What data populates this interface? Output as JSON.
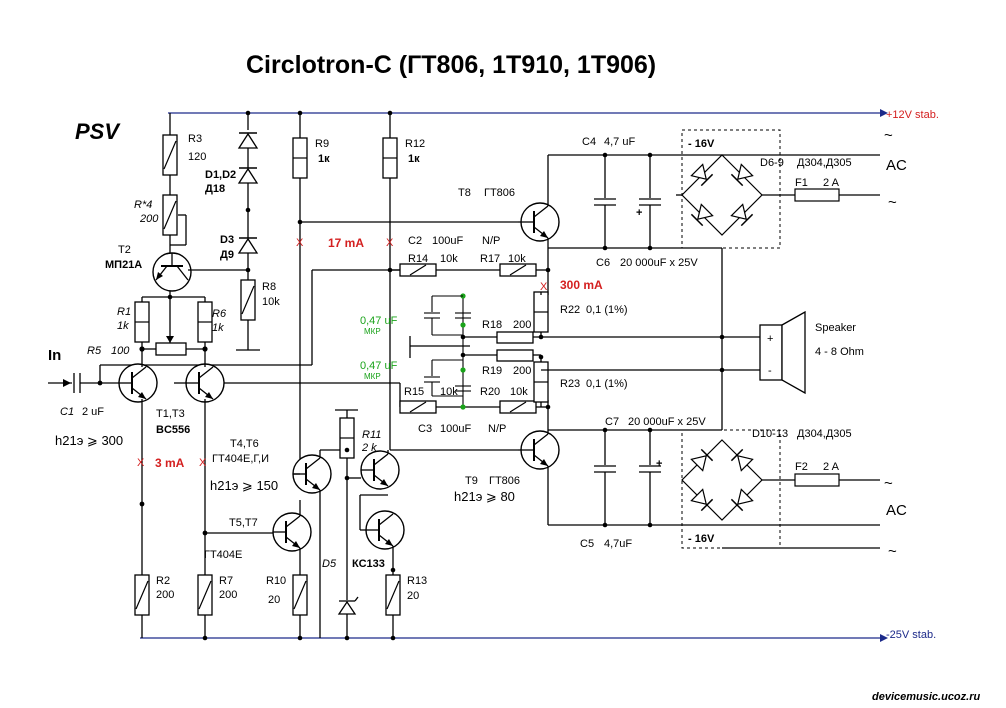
{
  "title": "Circlotron-C  (ГТ806, 1Т910, 1Т906)",
  "author_mark": "PSV",
  "watermark": "devicemusic.ucoz.ru",
  "input_label": "In",
  "rails": {
    "pos": "+12V stab.",
    "neg": "-25V stab.",
    "bridge_top": "- 16V",
    "bridge_bottom": "- 16V",
    "ac_symbol": "~",
    "ac_label": "AC"
  },
  "currents": {
    "i17": "17 mA",
    "i300": "300 mA",
    "i3": "3 mA",
    "mark": "X"
  },
  "parts": {
    "r3": {
      "ref": "R3",
      "val": "120"
    },
    "d12": {
      "ref": "D1,D2",
      "val": "Д18"
    },
    "d3": {
      "ref": "D3",
      "val": "Д9"
    },
    "r4": {
      "ref": "R*4",
      "val": "200"
    },
    "t2": {
      "ref": "T2",
      "val": "МП21А"
    },
    "r8": {
      "ref": "R8",
      "val": "10k"
    },
    "r1": {
      "ref": "R1",
      "val": "1k"
    },
    "r6": {
      "ref": "R6",
      "val": "1k"
    },
    "r5": {
      "ref": "R5",
      "val": "100"
    },
    "c1": {
      "ref": "C1",
      "val": "2 uF"
    },
    "t13": {
      "ref": "T1,T3",
      "val": "BC556"
    },
    "h300": "h21э ⩾ 300",
    "r9": {
      "ref": "R9",
      "val": "1к"
    },
    "r12": {
      "ref": "R12",
      "val": "1к"
    },
    "t46": {
      "ref": "T4,T6",
      "val": "ГТ404Е,Г,И"
    },
    "h150": "h21э ⩾ 150",
    "t57": {
      "ref": "T5,T7",
      "val": "ГТ404Е"
    },
    "r11": {
      "ref": "R11",
      "val": "2 k"
    },
    "d5": {
      "ref": "D5",
      "val": "КС133"
    },
    "r2": {
      "ref": "R2",
      "val": "200"
    },
    "r7": {
      "ref": "R7",
      "val": "200"
    },
    "r10": {
      "ref": "R10",
      "val": "20"
    },
    "r13": {
      "ref": "R13",
      "val": "20"
    },
    "c2": {
      "ref": "C2",
      "val": "100uF",
      "pol": "N/P"
    },
    "r14": {
      "ref": "R14",
      "val": "10k"
    },
    "r17": {
      "ref": "R17",
      "val": "10k"
    },
    "t8": {
      "ref": "T8",
      "val": "ГТ806"
    },
    "r22": {
      "ref": "R22",
      "val": "0,1 (1%)"
    },
    "r18": {
      "ref": "R18",
      "val": "200"
    },
    "r19": {
      "ref": "R19",
      "val": "200"
    },
    "r23": {
      "ref": "R23",
      "val": "0,1 (1%)"
    },
    "cmkp1": {
      "val": "0,47 uF",
      "type": "МКР"
    },
    "cmkp2": {
      "val": "0,47 uF",
      "type": "МКР"
    },
    "r15": {
      "ref": "R15",
      "val": "10k"
    },
    "r20": {
      "ref": "R20",
      "val": "10k"
    },
    "c3": {
      "ref": "C3",
      "val": "100uF",
      "pol": "N/P"
    },
    "t9": {
      "ref": "T9",
      "val": "ГТ806"
    },
    "h80": "h21э ⩾ 80",
    "c4": {
      "ref": "C4",
      "val": "4,7 uF"
    },
    "c6": {
      "ref": "C6",
      "val": "20 000uF x 25V"
    },
    "c7": {
      "ref": "C7",
      "val": "20 000uF  x 25V"
    },
    "c5": {
      "ref": "C5",
      "val": "4,7uF"
    },
    "d69": {
      "ref": "D6-9",
      "val": "Д304,Д305"
    },
    "d1013": {
      "ref": "D10-13",
      "val": "Д304,Д305"
    },
    "f1": {
      "ref": "F1",
      "val": "2 A"
    },
    "f2": {
      "ref": "F2",
      "val": "2 A"
    },
    "speaker": {
      "label": "Speaker",
      "imp": "4 - 8 Ohm",
      "plus": "+",
      "minus": "-"
    },
    "cplus": "+"
  }
}
